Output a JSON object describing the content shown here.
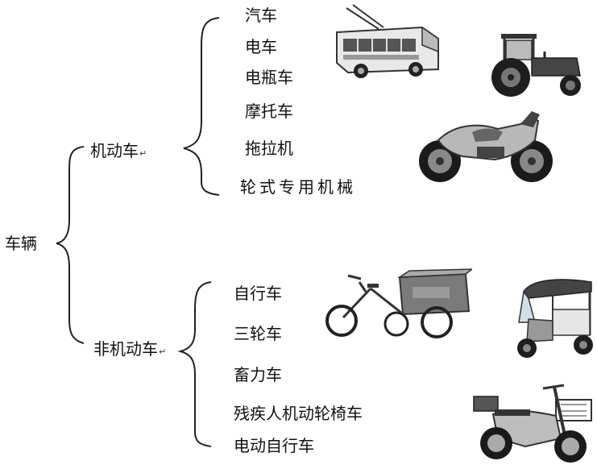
{
  "root": {
    "label": "车辆"
  },
  "motor": {
    "label": "机动车",
    "items": [
      "汽车",
      "电车",
      "电瓶车",
      "摩托车",
      "拖拉机",
      "轮式专用机械"
    ]
  },
  "nonmotor": {
    "label": "非机动车",
    "items": [
      "自行车",
      "三轮车",
      "畜力车",
      "残疾人机动轮椅车",
      "电动自行车"
    ]
  },
  "paragraph_mark": "↵",
  "illustrations": {
    "trolleybus": "trolleybus",
    "tractor": "tractor",
    "motorcycle": "motorcycle",
    "cargo_tricycle": "cargo tricycle",
    "enclosed_tricycle": "enclosed tricycle",
    "electric_scooter": "electric scooter"
  },
  "colors": {
    "ink": "#111111",
    "stroke": "#222222"
  }
}
